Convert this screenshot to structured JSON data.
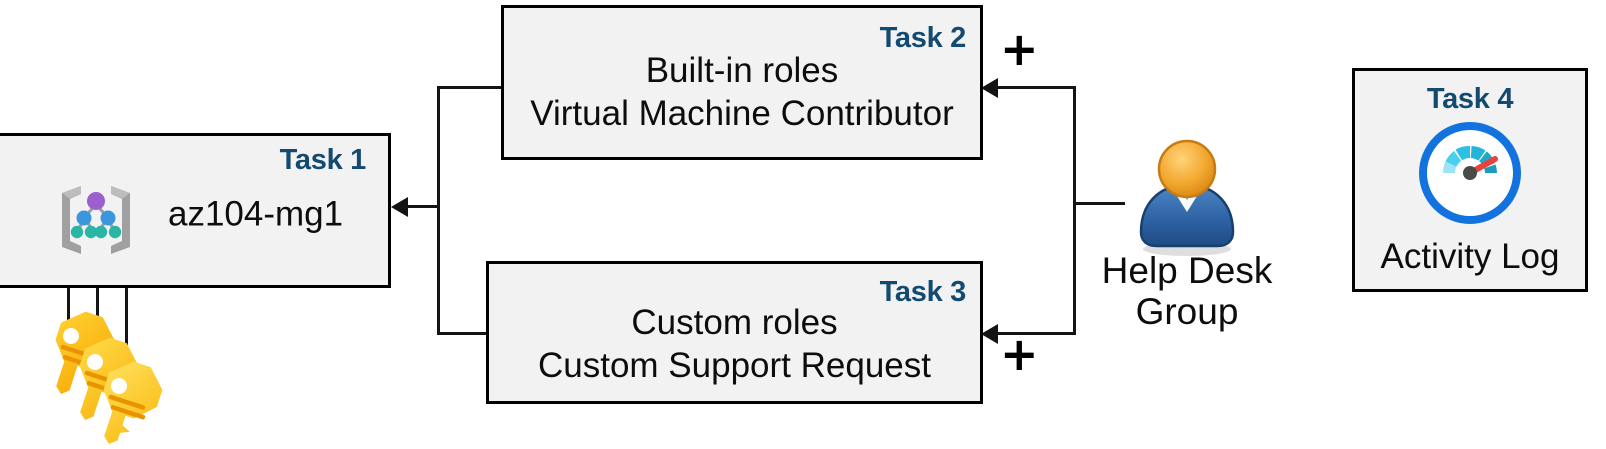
{
  "diagram": {
    "title": "Azure RBAC task diagram",
    "accent_color": "#134A70",
    "box_fill": "#F2F2F2",
    "box_border": "#000000"
  },
  "tasks": [
    {
      "id": "task1",
      "label": "Task 1",
      "lines": [
        "az104-mg1"
      ],
      "icon": "management-group-icon"
    },
    {
      "id": "task2",
      "label": "Task 2",
      "lines": [
        "Built-in roles",
        "Virtual Machine Contributor"
      ],
      "icon": null
    },
    {
      "id": "task3",
      "label": "Task 3",
      "lines": [
        "Custom roles",
        "Custom Support Request"
      ],
      "icon": null
    },
    {
      "id": "task4",
      "label": "Task 4",
      "lines": [
        "Activity Log"
      ],
      "icon": "activity-log-gauge-icon"
    }
  ],
  "actor": {
    "icon": "user-group-icon",
    "caption_line1": "Help Desk",
    "caption_line2": "Group"
  },
  "keys": {
    "icon": "keys-icon",
    "count": 3
  },
  "operators": {
    "plus_top": "+",
    "plus_bottom": "+"
  }
}
